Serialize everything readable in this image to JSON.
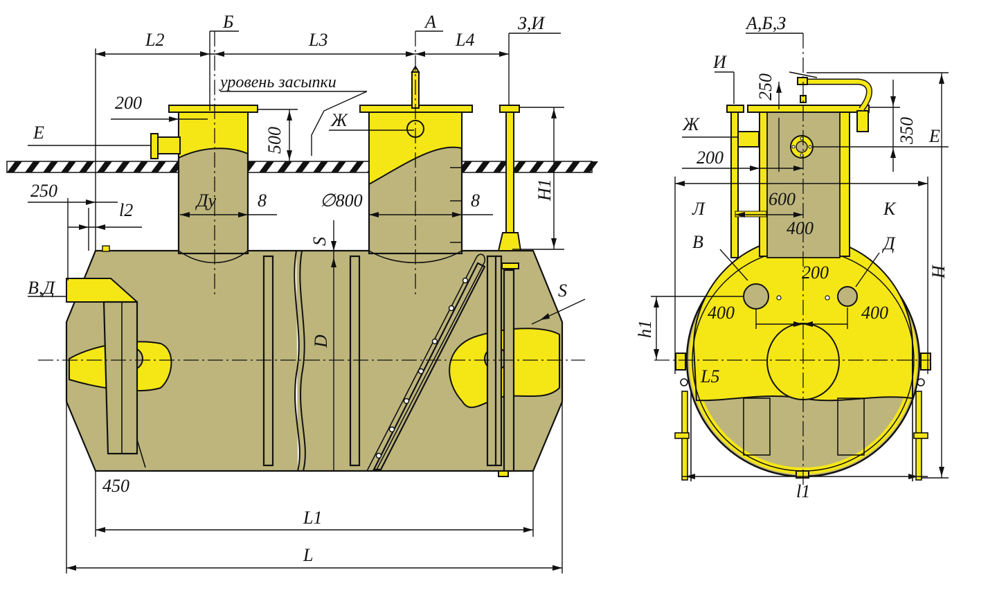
{
  "labels": {
    "L2": "L2",
    "B": "Б",
    "L3": "L3",
    "A": "А",
    "L4": "L4",
    "ZI": "З,И",
    "backfill_level": "уровень засыпки",
    "dim_200_top": "200",
    "dim_500": "500",
    "ZH": "Ж",
    "E": "E",
    "H1": "H1",
    "dim_250": "250",
    "l2": "l2",
    "Du": "Ду",
    "dim_8_left": "8",
    "dia_800": "∅800",
    "dim_8_right": "8",
    "S_top": "S",
    "VD": "В,Д",
    "S_side": "S",
    "D": "D",
    "dim_450": "450",
    "L1": "L1",
    "L": "L",
    "ABZ": "А,Б,З",
    "I_side": "И",
    "dim_250_side": "250",
    "ZH_side": "Ж",
    "dim_350": "350",
    "E_side": "E",
    "dim_200_side": "200",
    "dim_600": "600",
    "L_side": "Л",
    "K_side": "К",
    "dim_400_top": "400",
    "V_side": "В",
    "D_side": "Д",
    "H_side": "H",
    "dim_200_mid": "200",
    "dim_400_left": "400",
    "dim_400_right": "400",
    "h1": "h1",
    "L5": "L5",
    "l1": "l1"
  },
  "colors": {
    "body": "#bdb57c",
    "accent": "#f5e616",
    "line": "#111111"
  }
}
